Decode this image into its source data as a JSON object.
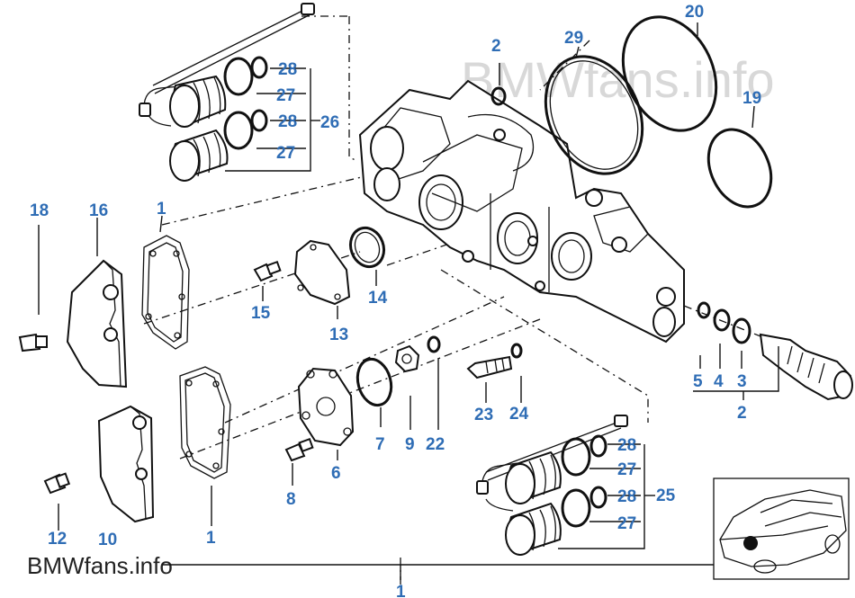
{
  "watermark_top": "BMWfans.info",
  "watermark_bottom": "BMWfans.info",
  "callouts": {
    "c1_main": "1",
    "c1_top": "1",
    "c1_bottom": "1",
    "c2_top": "2",
    "c2_right": "2",
    "c3": "3",
    "c4": "4",
    "c5": "5",
    "c6": "6",
    "c7": "7",
    "c8": "8",
    "c9": "9",
    "c10": "10",
    "c12": "12",
    "c13": "13",
    "c14": "14",
    "c15": "15",
    "c16": "16",
    "c18": "18",
    "c19": "19",
    "c20": "20",
    "c22": "22",
    "c23": "23",
    "c24": "24",
    "c25": "25",
    "c26": "26",
    "c27_a": "27",
    "c27_b": "27",
    "c27_c": "27",
    "c27_d": "27",
    "c28_a": "28",
    "c28_b": "28",
    "c28_c": "28",
    "c28_d": "28",
    "c29": "29"
  },
  "colors": {
    "callout": "#2f6db5",
    "line": "#111111",
    "watermark": "#d8d8d8"
  },
  "icons": {
    "car_thumbnail": "car-location-thumbnail-icon"
  }
}
